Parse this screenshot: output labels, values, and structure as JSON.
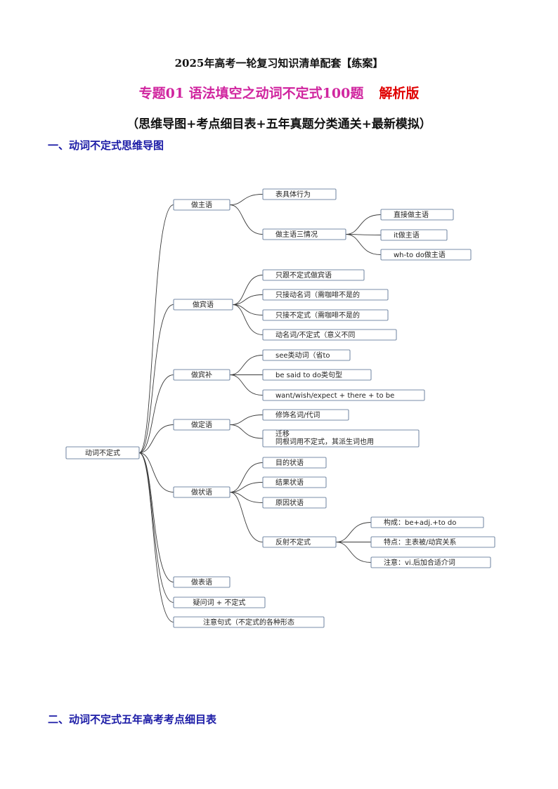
{
  "header": {
    "title": "2025年高考一轮复习知识清单配套【练案】",
    "subtitle_main": "专题01  语法填空之动词不定式100题",
    "subtitle_tag": "解析版",
    "subtitle_note": "（思维导图+考点细目表+五年真题分类通关+最新模拟）"
  },
  "sections": {
    "section1": "一、动词不定式思维导图",
    "section2": "二、动词不定式五年高考考点细目表"
  },
  "mindmap": {
    "root": "动词不定式",
    "branches": [
      {
        "label": "做主语",
        "children": [
          {
            "label": "表具体行为"
          },
          {
            "label": "做主语三情况",
            "children": [
              {
                "label": "直接做主语"
              },
              {
                "label": "it做主语"
              },
              {
                "label": "wh-to do做主语"
              }
            ]
          }
        ]
      },
      {
        "label": "做宾语",
        "children": [
          {
            "label": "只跟不定式做宾语"
          },
          {
            "label": "只接动名词（需咖啡不是的"
          },
          {
            "label": "只接不定式（需咖啡不是的"
          },
          {
            "label": "动名词/不定式（意义不同"
          }
        ]
      },
      {
        "label": "做宾补",
        "children": [
          {
            "label": "see类动词（省to"
          },
          {
            "label": "be said to do类句型"
          },
          {
            "label": "want/wish/expect + there + to be"
          }
        ]
      },
      {
        "label": "做定语",
        "children": [
          {
            "label": "修饰名词/代词"
          },
          {
            "label": "迁移",
            "label2": "同根词用不定式，其派生词也用"
          }
        ]
      },
      {
        "label": "做状语",
        "children": [
          {
            "label": "目的状语"
          },
          {
            "label": "结果状语"
          },
          {
            "label": "原因状语"
          },
          {
            "label": "反射不定式",
            "children": [
              {
                "label": "构成：be+adj.+to do"
              },
              {
                "label": "特点：主表被/动宾关系"
              },
              {
                "label": "注意：vi.后加合适介词"
              }
            ]
          }
        ]
      },
      {
        "label": "做表语"
      },
      {
        "label": "疑问词 + 不定式"
      },
      {
        "label": "注意句式（不定式的各种形态"
      }
    ]
  }
}
